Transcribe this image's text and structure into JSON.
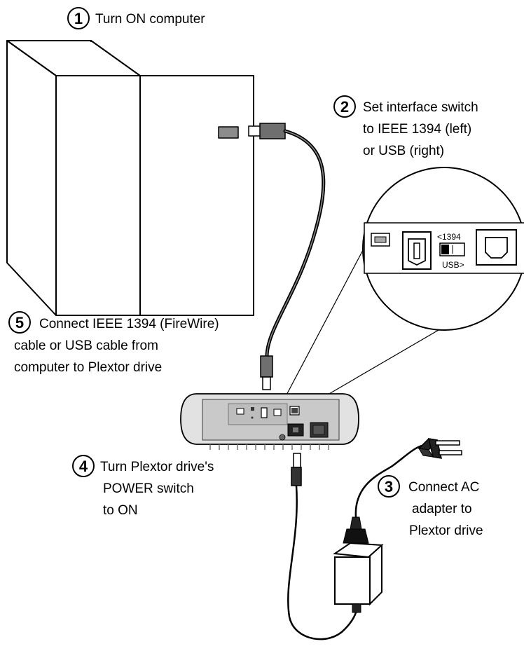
{
  "steps": [
    {
      "number": "1",
      "lines": [
        "Turn ON computer"
      ]
    },
    {
      "number": "2",
      "lines": [
        "Set interface switch",
        "to IEEE 1394 (left)",
        "or USB (right)"
      ]
    },
    {
      "number": "3",
      "lines": [
        "Connect AC",
        "adapter to",
        "Plextor drive"
      ]
    },
    {
      "number": "4",
      "lines": [
        "Turn Plextor drive's",
        "POWER switch",
        "to ON"
      ]
    },
    {
      "number": "5",
      "lines": [
        "Connect IEEE 1394 (FireWire)",
        "cable or USB cable from",
        "computer to Plextor drive"
      ]
    }
  ],
  "switch_labels": {
    "left": "<1394",
    "right": "USB>"
  }
}
